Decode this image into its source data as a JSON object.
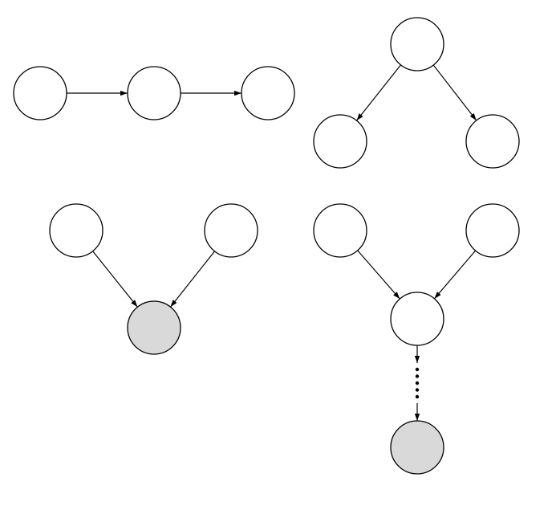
{
  "colors": {
    "node_fill": "#ffffff",
    "observed_fill": "#d9d9d9",
    "stroke": "#000000",
    "background": "#ffffff"
  },
  "diagrams": [
    {
      "id": "chain",
      "nodes": [
        {
          "id": "a",
          "observed": false
        },
        {
          "id": "b",
          "observed": false
        },
        {
          "id": "c",
          "observed": false
        }
      ],
      "edges": [
        {
          "from": "a",
          "to": "b",
          "style": "solid"
        },
        {
          "from": "b",
          "to": "c",
          "style": "solid"
        }
      ]
    },
    {
      "id": "fork",
      "nodes": [
        {
          "id": "p",
          "observed": false
        },
        {
          "id": "l",
          "observed": false
        },
        {
          "id": "r",
          "observed": false
        }
      ],
      "edges": [
        {
          "from": "p",
          "to": "l",
          "style": "solid"
        },
        {
          "from": "p",
          "to": "r",
          "style": "solid"
        }
      ]
    },
    {
      "id": "collider",
      "nodes": [
        {
          "id": "l",
          "observed": false
        },
        {
          "id": "r",
          "observed": false
        },
        {
          "id": "c",
          "observed": true
        }
      ],
      "edges": [
        {
          "from": "l",
          "to": "c",
          "style": "solid"
        },
        {
          "from": "r",
          "to": "c",
          "style": "solid"
        }
      ]
    },
    {
      "id": "collider-descendant",
      "nodes": [
        {
          "id": "l",
          "observed": false
        },
        {
          "id": "r",
          "observed": false
        },
        {
          "id": "c",
          "observed": false
        },
        {
          "id": "d",
          "observed": true
        }
      ],
      "edges": [
        {
          "from": "l",
          "to": "c",
          "style": "solid"
        },
        {
          "from": "r",
          "to": "c",
          "style": "solid"
        },
        {
          "from": "c",
          "to": "d",
          "style": "dotted-path"
        }
      ]
    }
  ]
}
